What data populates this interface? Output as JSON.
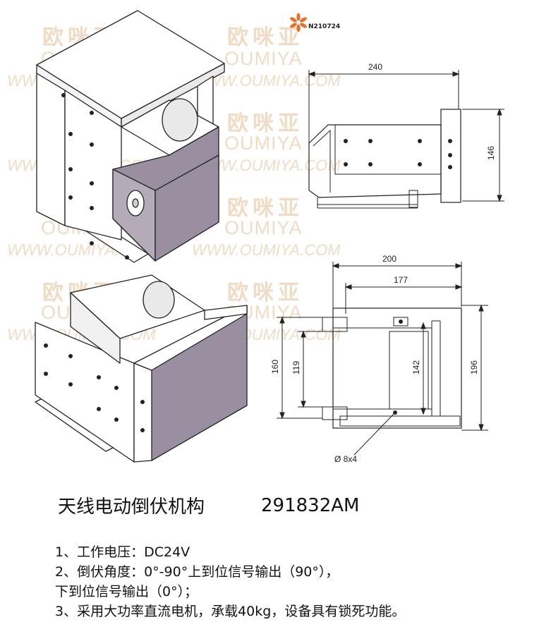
{
  "watermark": {
    "cn": "欧咪亚",
    "en": "OUMIYA",
    "url": "WWW.OUMIYA.COM"
  },
  "badge_code": "N210724",
  "title": "天线电动倒伏机构",
  "model": "291832AM",
  "specs": [
    "1、工作电压：DC24V",
    "2、倒伏角度：0°-90°上到位信号输出（90°），",
    "下到位信号输出（0°）；",
    "3、采用大功率直流电机，承载40kg，设备具有锁死功能。"
  ],
  "dimensions": {
    "side_width": "240",
    "side_height": "146",
    "top_width": "200",
    "top_inner_width": "177",
    "top_height_outer": "160",
    "top_height_inner": "119",
    "top_height_mid": "142",
    "top_height_right": "196",
    "hole_spec": "Ø 8x4"
  },
  "colors": {
    "body_fill": "#9a8fa0",
    "body_dark": "#7d7384",
    "plate_fill": "#ffffff",
    "line": "#222222",
    "watermark": "#f0dcc4",
    "badge": "#e8702a"
  }
}
